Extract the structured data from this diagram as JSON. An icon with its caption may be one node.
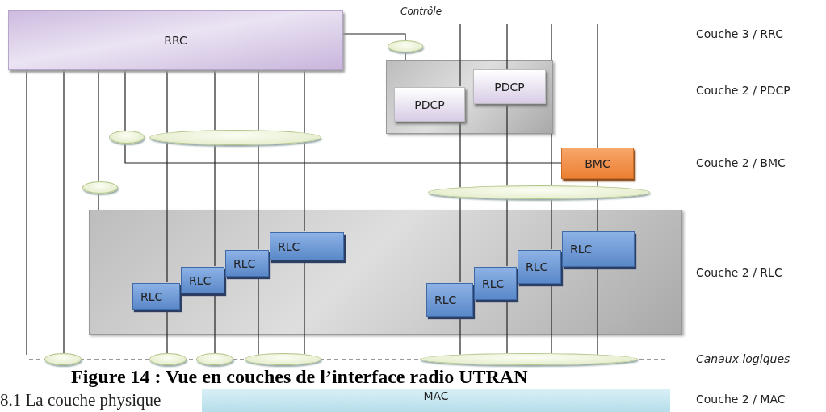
{
  "diagram": {
    "caption": "Figure 14 : Vue en couches de l’interface radio UTRAN",
    "nodes": [
      {
        "text": [
          "RRC"
        ]
      },
      {
        "text": [],
        "shape": "box"
      },
      {
        "text": [
          "PDCP"
        ],
        "in": 1
      },
      {
        "text": [
          "PDCP"
        ],
        "in": 1
      },
      {
        "text": [
          "BMC"
        ]
      },
      {
        "text": [],
        "shape": "box"
      },
      {
        "text": [
          "RLC"
        ],
        "in": 5
      },
      {
        "text": [
          "RLC"
        ],
        "in": 5
      },
      {
        "text": [
          "RLC"
        ],
        "in": 5
      },
      {
        "text": [
          "RLC"
        ],
        "in": 5
      },
      {
        "text": [
          "RLC"
        ],
        "in": 5
      },
      {
        "text": [
          "RLC"
        ],
        "in": 5
      },
      {
        "text": [
          "RLC"
        ],
        "in": 5
      },
      {
        "text": [
          "RLC"
        ],
        "in": 5
      },
      {
        "text": [
          "MAC"
        ]
      },
      {
        "text": [],
        "shape": "ellipse"
      },
      {
        "text": [],
        "shape": "ellipse"
      },
      {
        "text": [],
        "shape": "ellipse"
      },
      {
        "text": [],
        "shape": "ellipse"
      },
      {
        "text": [],
        "shape": "ellipse"
      },
      {
        "text": [],
        "shape": "ellipse"
      },
      {
        "text": [],
        "shape": "ellipse"
      },
      {
        "text": [],
        "shape": "ellipse"
      },
      {
        "text": [],
        "shape": "ellipse"
      },
      {
        "text": [],
        "shape": "ellipse"
      }
    ],
    "edges": [
      {
        "from": 0,
        "to": 15,
        "arrow": "none",
        "label": "Contrôle"
      },
      {
        "from": 15,
        "to": 1,
        "arrow": "none"
      },
      {
        "from": 0,
        "to": null,
        "arrow": "none"
      },
      {
        "from": 0,
        "to": 20,
        "arrow": "none"
      },
      {
        "from": 0,
        "to": 18,
        "arrow": "none"
      },
      {
        "from": 18,
        "to": 5,
        "arrow": "none"
      },
      {
        "from": 0,
        "to": 16,
        "arrow": "none"
      },
      {
        "from": 16,
        "to": 4,
        "arrow": "none"
      },
      {
        "from": 0,
        "to": 17,
        "arrow": "none"
      },
      {
        "from": 0,
        "to": 17,
        "arrow": "none"
      },
      {
        "from": 0,
        "to": 17,
        "arrow": "none"
      },
      {
        "from": 0,
        "to": 17,
        "arrow": "none"
      },
      {
        "from": 17,
        "to": 6,
        "arrow": "none"
      },
      {
        "from": 17,
        "to": 7,
        "arrow": "none"
      },
      {
        "from": 17,
        "to": 8,
        "arrow": "none"
      },
      {
        "from": 17,
        "to": 9,
        "arrow": "none"
      },
      {
        "from": 6,
        "to": 21,
        "arrow": "none"
      },
      {
        "from": 7,
        "to": 22,
        "arrow": "none"
      },
      {
        "from": 8,
        "to": 23,
        "arrow": "none"
      },
      {
        "from": 9,
        "to": 23,
        "arrow": "none"
      },
      {
        "from": null,
        "to": 3,
        "arrow": "none"
      },
      {
        "from": null,
        "to": 2,
        "arrow": "none"
      },
      {
        "from": null,
        "to": 1,
        "arrow": "none"
      },
      {
        "from": null,
        "to": 4,
        "arrow": "none"
      },
      {
        "from": 3,
        "to": 19,
        "arrow": "none"
      },
      {
        "from": 2,
        "to": 19,
        "arrow": "none"
      },
      {
        "from": 1,
        "to": 19,
        "arrow": "none"
      },
      {
        "from": 4,
        "to": 19,
        "arrow": "none"
      },
      {
        "from": 19,
        "to": 10,
        "arrow": "none"
      },
      {
        "from": 19,
        "to": 11,
        "arrow": "none"
      },
      {
        "from": 19,
        "to": 12,
        "arrow": "none"
      },
      {
        "from": 19,
        "to": 13,
        "arrow": "none"
      },
      {
        "from": 10,
        "to": 24,
        "arrow": "none"
      },
      {
        "from": 11,
        "to": 24,
        "arrow": "none"
      },
      {
        "from": 12,
        "to": 24,
        "arrow": "none"
      },
      {
        "from": 13,
        "to": 24,
        "arrow": "none"
      }
    ],
    "labels": [
      "Couche 3 / RRC",
      "Couche 2 / PDCP",
      "Couche 2 / BMC",
      "Couche 2 / RLC",
      "Canaux logiques",
      "Couche 2 / MAC",
      "8.1 La couche physique"
    ]
  }
}
